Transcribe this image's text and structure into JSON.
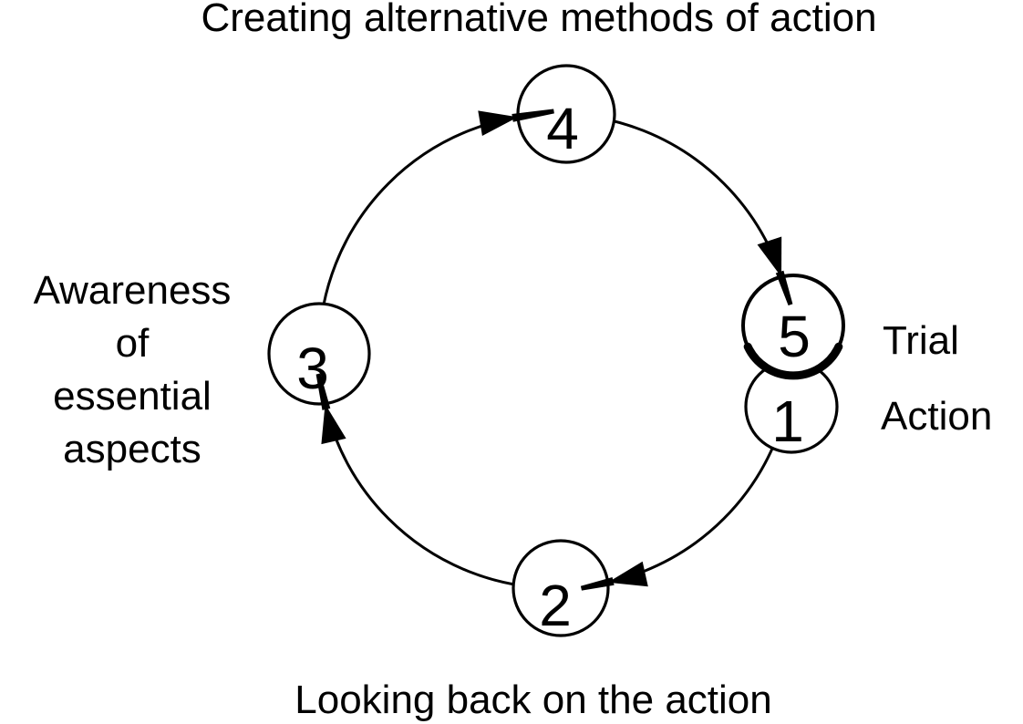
{
  "figure": {
    "top_caption": "Creating alternative methods of action",
    "bottom_caption": "Looking back on the action",
    "left_caption_lines": [
      "Awareness",
      "of",
      "essential",
      "aspects"
    ],
    "right_captions": {
      "trial": "Trial",
      "action": "Action"
    },
    "node_numbers": {
      "n1": "1",
      "n2": "2",
      "n3": "3",
      "n4": "4",
      "n5": "5"
    },
    "flow_order": "1 → 2 → 3 → 4 → 5"
  },
  "colors": {
    "ink": "#000000",
    "background": "#ffffff"
  }
}
